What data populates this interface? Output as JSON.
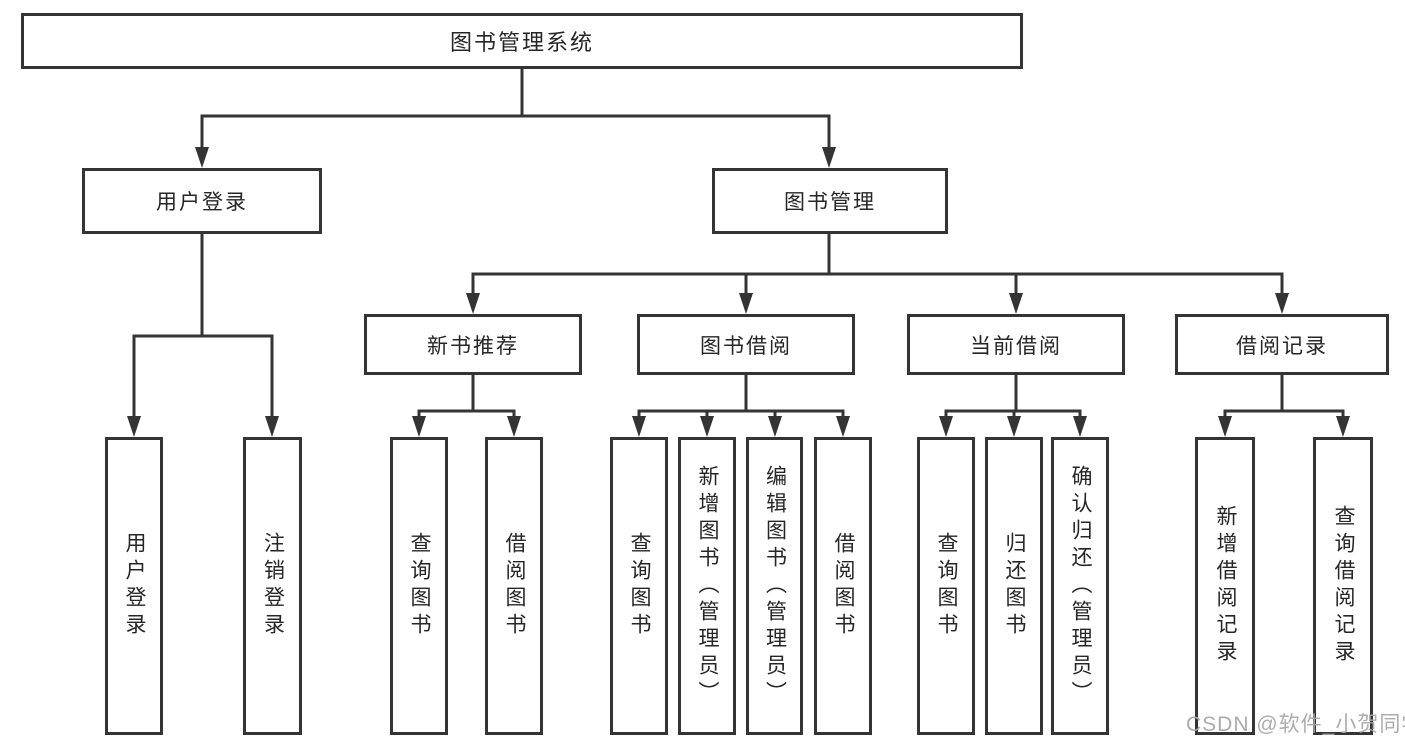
{
  "tree": {
    "label": "图书管理系统",
    "children": [
      {
        "label": "用户登录",
        "children": [
          {
            "label": "用户登录"
          },
          {
            "label": "注销登录"
          }
        ]
      },
      {
        "label": "图书管理",
        "children": [
          {
            "label": "新书推荐",
            "children": [
              {
                "label": "查询图书"
              },
              {
                "label": "借阅图书"
              }
            ]
          },
          {
            "label": "图书借阅",
            "children": [
              {
                "label": "查询图书"
              },
              {
                "label": "新增图书（管理员）"
              },
              {
                "label": "编辑图书（管理员）"
              },
              {
                "label": "借阅图书"
              }
            ]
          },
          {
            "label": "当前借阅",
            "children": [
              {
                "label": "查询图书"
              },
              {
                "label": "归还图书"
              },
              {
                "label": "确认归还（管理员）"
              }
            ]
          },
          {
            "label": "借阅记录",
            "children": [
              {
                "label": "新增借阅记录"
              },
              {
                "label": "查询借阅记录"
              }
            ]
          }
        ]
      }
    ]
  },
  "colors": {
    "line": "#343434",
    "text": "#262626",
    "watermark": "#a8a8aa"
  },
  "watermark": "CSDN @软件_小贺同学"
}
